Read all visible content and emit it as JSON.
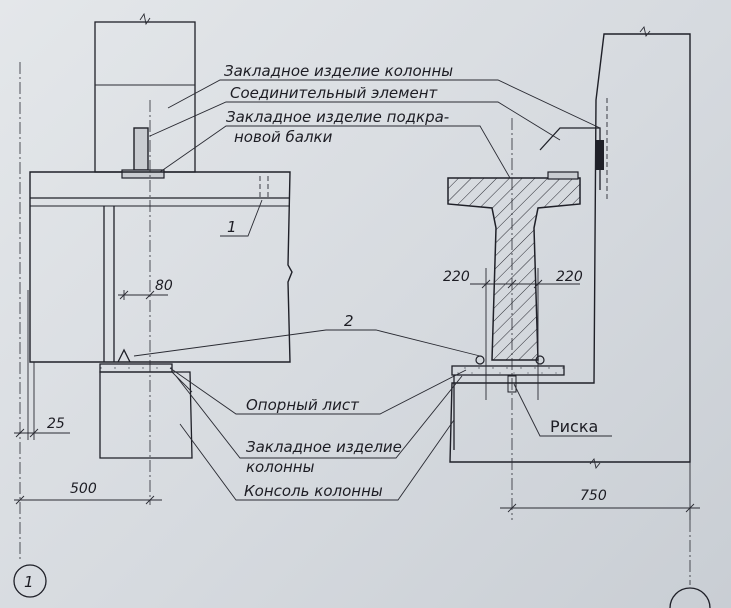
{
  "callouts": {
    "column_embed_top": "Закладное изделие колонны",
    "connecting_element": "Соединительный элемент",
    "crane_beam_embed_line1": "Закладное изделие подкра-",
    "crane_beam_embed_line2": "новой балки",
    "mark_1": "1",
    "mark_2": "2",
    "support_plate": "Опорный лист",
    "column_embed_bottom_line1": "Закладное изделие",
    "column_embed_bottom_line2": "колонны",
    "column_console": "Консоль колонны",
    "risk": "Риска"
  },
  "dimensions": {
    "d80": "80",
    "d25": "25",
    "d500": "500",
    "d220_left": "220",
    "d220_right": "220",
    "d750": "750"
  },
  "grid_axis": {
    "label": "1"
  }
}
